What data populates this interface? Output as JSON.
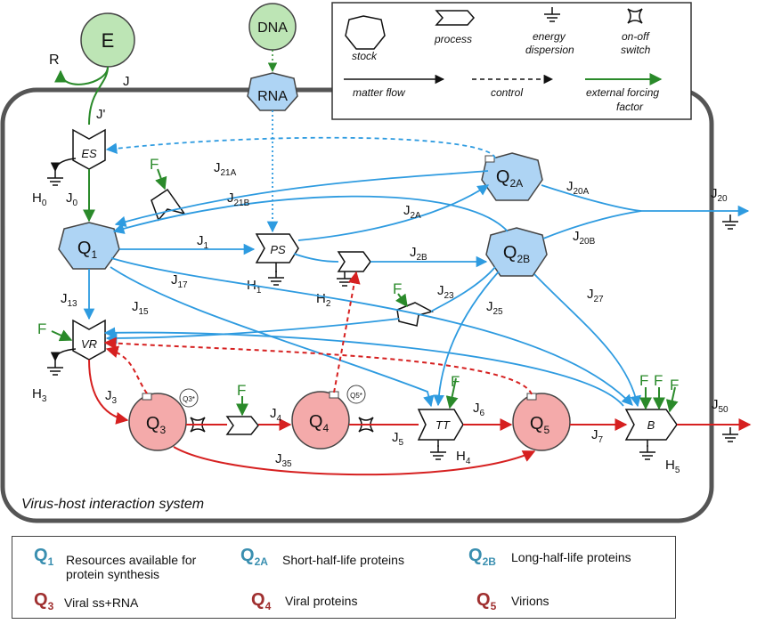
{
  "legend_box": {
    "stock": "stock",
    "process": "process",
    "energy": "energy\ndispersion",
    "switch": "on-off\nswitch",
    "matter_flow": "matter flow",
    "control": "control",
    "external": "external forcing\nfactor"
  },
  "system_label": "Virus-host interaction system",
  "nodes": {
    "E": "E",
    "DNA": "DNA",
    "RNA": "RNA",
    "R": "R",
    "Q1": "Q",
    "Q1_sub": "1",
    "Q2A": "Q",
    "Q2A_sub": "2A",
    "Q2B": "Q",
    "Q2B_sub": "2B",
    "Q3": "Q",
    "Q3_sub": "3",
    "Q4": "Q",
    "Q4_sub": "4",
    "Q5": "Q",
    "Q5_sub": "5",
    "ES": "ES",
    "PS": "PS",
    "VR": "VR",
    "TT": "TT",
    "B": "B",
    "Q3star": "Q3*",
    "Q5star": "Q5*"
  },
  "flows": {
    "J": "J",
    "Jp": "J'",
    "J0": "J",
    "J0_sub": "0",
    "J1": "J",
    "J1_sub": "1",
    "J2A": "J",
    "J2A_sub": "2A",
    "J2B": "J",
    "J2B_sub": "2B",
    "J3": "J",
    "J3_sub": "3",
    "J4": "J",
    "J4_sub": "4",
    "J5": "J",
    "J5_sub": "5",
    "J6": "J",
    "J6_sub": "6",
    "J7": "J",
    "J7_sub": "7",
    "J13": "J",
    "J13_sub": "13",
    "J15": "J",
    "J15_sub": "15",
    "J17": "J",
    "J17_sub": "17",
    "J20": "J",
    "J20_sub": "20",
    "J20A": "J",
    "J20A_sub": "20A",
    "J20B": "J",
    "J20B_sub": "20B",
    "J21A": "J",
    "J21A_sub": "21A",
    "J21B": "J",
    "J21B_sub": "21B",
    "J23": "J",
    "J23_sub": "23",
    "J25": "J",
    "J25_sub": "25",
    "J27": "J",
    "J27_sub": "27",
    "J35": "J",
    "J35_sub": "35",
    "J50": "J",
    "J50_sub": "50"
  },
  "sinks": {
    "H0": "H",
    "H0_sub": "0",
    "H1": "H",
    "H1_sub": "1",
    "H2": "H",
    "H2_sub": "2",
    "H3": "H",
    "H3_sub": "3",
    "H4": "H",
    "H4_sub": "4",
    "H5": "H",
    "H5_sub": "5"
  },
  "forcing": "F",
  "legend": [
    {
      "sym": "Q",
      "sub": "1",
      "text": "Resources available for\nprotein synthesis"
    },
    {
      "sym": "Q",
      "sub": "2A",
      "text": "Short-half-life proteins"
    },
    {
      "sym": "Q",
      "sub": "2B",
      "text": "Long-half-life proteins"
    },
    {
      "sym": "Q",
      "sub": "3",
      "text": "Viral ss+RNA"
    },
    {
      "sym": "Q",
      "sub": "4",
      "text": "Viral proteins"
    },
    {
      "sym": "Q",
      "sub": "5",
      "text": "Virions"
    }
  ],
  "colors": {
    "blue_flow": "#2e9be0",
    "red_flow": "#d62020",
    "green": "#2a8a2a",
    "blue_fill": "#aed4f4",
    "red_fill": "#f4aaaa",
    "green_fill": "#bde5b5"
  }
}
